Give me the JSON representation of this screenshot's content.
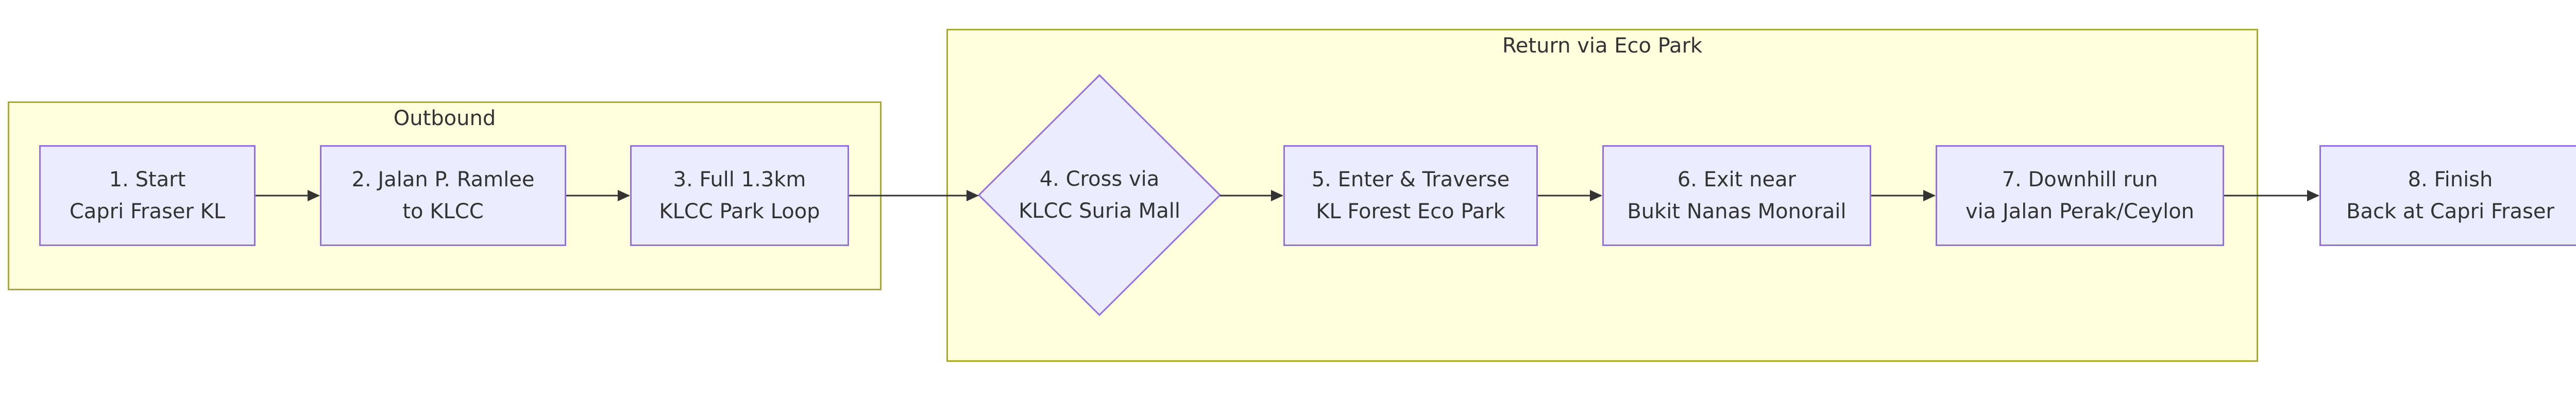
{
  "colors": {
    "cluster_fill": "#ffffde",
    "cluster_stroke": "#aaaa33",
    "node_fill": "#ececff",
    "node_stroke": "#9370db",
    "edge": "#333333",
    "text": "#333333"
  },
  "clusters": {
    "outbound": {
      "label": "Outbound"
    },
    "return": {
      "label": "Return via Eco Park"
    }
  },
  "nodes": {
    "n1": {
      "line1": "1. Start",
      "line2": "Capri Fraser KL"
    },
    "n2": {
      "line1": "2. Jalan P. Ramlee",
      "line2": "to KLCC"
    },
    "n3": {
      "line1": "3. Full 1.3km",
      "line2": "KLCC Park Loop"
    },
    "n4": {
      "line1": "4. Cross via",
      "line2": "KLCC Suria Mall",
      "shape": "diamond"
    },
    "n5": {
      "line1": "5. Enter & Traverse",
      "line2": "KL Forest Eco Park"
    },
    "n6": {
      "line1": "6. Exit near",
      "line2": "Bukit Nanas Monorail"
    },
    "n7": {
      "line1": "7. Downhill run",
      "line2": "via Jalan Perak/Ceylon"
    },
    "n8": {
      "line1": "8. Finish",
      "line2": "Back at Capri Fraser"
    }
  },
  "edges": [
    {
      "from": "n1",
      "to": "n2"
    },
    {
      "from": "n2",
      "to": "n3"
    },
    {
      "from": "n3",
      "to": "n4"
    },
    {
      "from": "n4",
      "to": "n5"
    },
    {
      "from": "n5",
      "to": "n6"
    },
    {
      "from": "n6",
      "to": "n7"
    },
    {
      "from": "n7",
      "to": "n8"
    }
  ]
}
